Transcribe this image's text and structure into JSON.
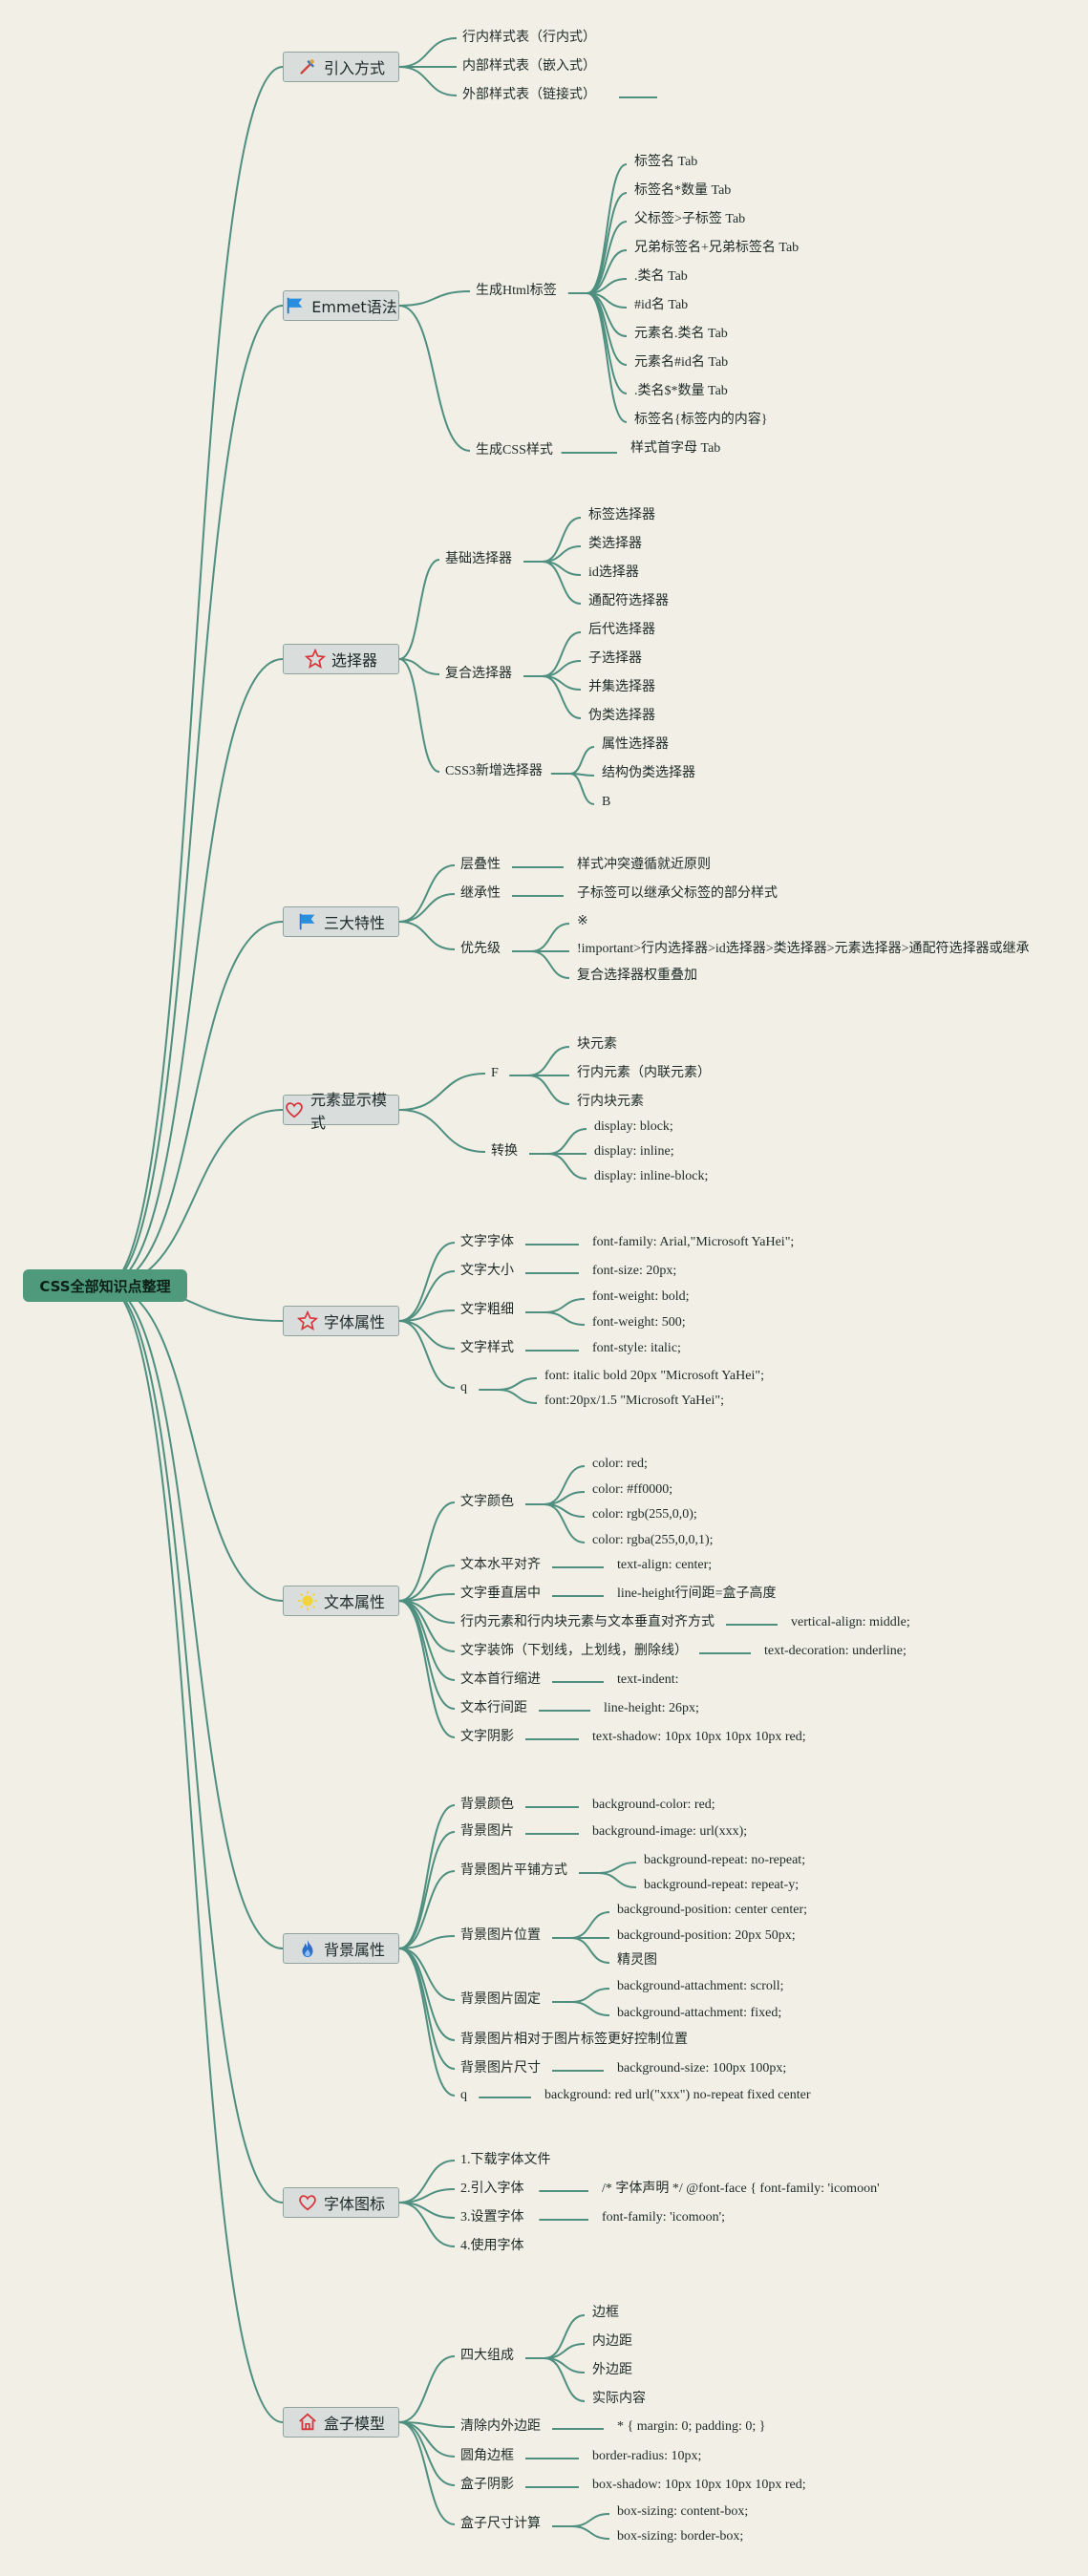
{
  "root": "CSS全部知识点整理",
  "branches": [
    {
      "topic": "引入方式",
      "icon": "tools-icon",
      "children": [
        "行内样式表（行内式）",
        "内部样式表（嵌入式）",
        "外部样式表（链接式）"
      ]
    },
    {
      "topic": "Emmet语法",
      "icon": "flag-icon",
      "children": [
        {
          "label": "生成Html标签",
          "children": [
            "标签名 Tab",
            "标签名*数量 Tab",
            "父标签>子标签 Tab",
            "兄弟标签名+兄弟标签名 Tab",
            ".类名 Tab",
            "#id名 Tab",
            "元素名.类名 Tab",
            "元素名#id名 Tab",
            ".类名$*数量 Tab",
            "标签名{标签内的内容}"
          ]
        },
        {
          "label": "生成CSS样式",
          "children": [
            "样式首字母 Tab"
          ]
        }
      ]
    },
    {
      "topic": "选择器",
      "icon": "star-icon",
      "children": [
        {
          "label": "基础选择器",
          "children": [
            "标签选择器",
            "类选择器",
            "id选择器",
            "通配符选择器"
          ]
        },
        {
          "label": "复合选择器",
          "children": [
            "后代选择器",
            "子选择器",
            "并集选择器",
            "伪类选择器"
          ]
        },
        {
          "label": "CSS3新增选择器",
          "children": [
            "属性选择器",
            "结构伪类选择器",
            "B"
          ]
        }
      ]
    },
    {
      "topic": "三大特性",
      "icon": "flag-icon",
      "children": [
        {
          "label": "层叠性",
          "children": [
            "样式冲突遵循就近原则"
          ]
        },
        {
          "label": "继承性",
          "children": [
            "子标签可以继承父标签的部分样式"
          ]
        },
        {
          "label": "优先级",
          "children": [
            "※",
            "!important>行内选择器>id选择器>类选择器>元素选择器>通配符选择器或继承",
            "复合选择器权重叠加"
          ]
        }
      ]
    },
    {
      "topic": "元素显示模式",
      "icon": "heart-icon",
      "children": [
        {
          "label": "F",
          "children": [
            "块元素",
            "行内元素（内联元素）",
            "行内块元素"
          ]
        },
        {
          "label": "转换",
          "children": [
            "display: block;",
            "display: inline;",
            "display: inline-block;"
          ]
        }
      ]
    },
    {
      "topic": "字体属性",
      "icon": "star-icon",
      "children": [
        {
          "label": "文字字体",
          "children": [
            "font-family: Arial,\"Microsoft YaHei\";"
          ]
        },
        {
          "label": "文字大小",
          "children": [
            "font-size: 20px;"
          ]
        },
        {
          "label": "文字粗细",
          "children": [
            "font-weight: bold;",
            "font-weight: 500;"
          ]
        },
        {
          "label": "文字样式",
          "children": [
            "font-style: italic;"
          ]
        },
        {
          "label": "q",
          "children": [
            "font: italic bold 20px \"Microsoft YaHei\";",
            "font:20px/1.5 \"Microsoft YaHei\";"
          ]
        }
      ]
    },
    {
      "topic": "文本属性",
      "icon": "sun-icon",
      "children": [
        {
          "label": "文字颜色",
          "children": [
            "color: red;",
            "color: #ff0000;",
            "color: rgb(255,0,0);",
            "color: rgba(255,0,0,1);"
          ]
        },
        {
          "label": "文本水平对齐",
          "children": [
            "text-align: center;"
          ]
        },
        {
          "label": "文字垂直居中",
          "children": [
            "line-height行间距=盒子高度"
          ]
        },
        {
          "label": "行内元素和行内块元素与文本垂直对齐方式",
          "children": [
            "vertical-align: middle;"
          ]
        },
        {
          "label": "文字装饰（下划线，上划线，删除线）",
          "children": [
            "text-decoration: underline;"
          ]
        },
        {
          "label": "文本首行缩进",
          "children": [
            "text-indent:"
          ]
        },
        {
          "label": "文本行间距",
          "children": [
            "line-height: 26px;"
          ]
        },
        {
          "label": "文字阴影",
          "children": [
            "text-shadow: 10px 10px 10px 10px red;"
          ]
        }
      ]
    },
    {
      "topic": "背景属性",
      "icon": "fire-icon",
      "children": [
        {
          "label": "背景颜色",
          "children": [
            "background-color: red;"
          ]
        },
        {
          "label": "背景图片",
          "children": [
            "background-image: url(xxx);"
          ]
        },
        {
          "label": "背景图片平铺方式",
          "children": [
            "background-repeat: no-repeat;",
            "background-repeat: repeat-y;"
          ]
        },
        {
          "label": "背景图片位置",
          "children": [
            "background-position: center center;",
            "background-position: 20px 50px;",
            "精灵图"
          ]
        },
        {
          "label": "背景图片固定",
          "children": [
            "background-attachment: scroll;",
            "background-attachment: fixed;"
          ]
        },
        {
          "label": "背景图片相对于图片标签更好控制位置",
          "children": []
        },
        {
          "label": "背景图片尺寸",
          "children": [
            "background-size: 100px 100px;"
          ]
        },
        {
          "label": "q",
          "children": [
            "background: red url(\"xxx\") no-repeat fixed center"
          ]
        }
      ]
    },
    {
      "topic": "字体图标",
      "icon": "heart-icon",
      "children": [
        {
          "label": "1.下载字体文件",
          "children": []
        },
        {
          "label": "2.引入字体",
          "children": [
            "/* 字体声明 */ @font-face { font-family: 'icomoon'"
          ]
        },
        {
          "label": "3.设置字体",
          "children": [
            "font-family: 'icomoon';"
          ]
        },
        {
          "label": "4.使用字体",
          "children": []
        }
      ]
    },
    {
      "topic": "盒子模型",
      "icon": "home-icon",
      "children": [
        {
          "label": "四大组成",
          "children": [
            "边框",
            "内边距",
            "外边距",
            "实际内容"
          ]
        },
        {
          "label": "清除内外边距",
          "children": [
            "* { margin: 0; padding: 0; }"
          ]
        },
        {
          "label": "圆角边框",
          "children": [
            "border-radius: 10px;"
          ]
        },
        {
          "label": "盒子阴影",
          "children": [
            "box-shadow: 10px 10px 10px 10px red;"
          ]
        },
        {
          "label": "盒子尺寸计算",
          "children": [
            "box-sizing: content-box;",
            "box-sizing: border-box;"
          ]
        }
      ]
    }
  ]
}
